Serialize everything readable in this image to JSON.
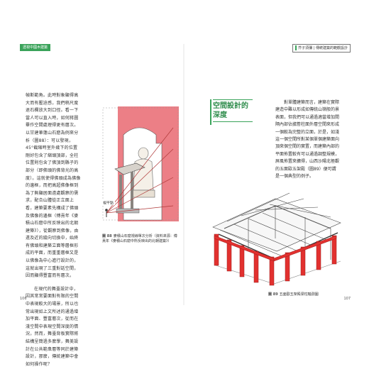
{
  "header": {
    "left_tag": "透視中國木建築",
    "right_tag_1": "芥子須彌",
    "right_tag_2": "傳統建築的範觀設計"
  },
  "left_page": {
    "paragraph_1": "幀斯範角。此時對象顯得高大而有壓迫感，我們稍尺度退石欄放大到口徑。看一下當人可以直入時，如何將圖畢作空間處理得更有層次。以甘建華蓮山石窟為例來分析（圖88）：可以發現，45°截縮時室外幾下的位置剛好包含了縮頭頂部，全柱位置則包含了佛頂到縣子的部分（即佛頭的佛背光的高度）。這就使得佛頭成為佛像的邊框，而把高超佛像框到為了無顯居面遠處觀察的需求，配合山體從正立面上看，建築要素先構成了佛頭及佛像的邊框（傅熹年《麥積山石窟中所反映出的北朝建築》），從觀察到佛像，由遠及近的縱向切換中，始終有佛頭和建築立面等層框形成的平面，而重重層框又是以佛像為中心進行設計的，這就出現了三重對話空間，因而顯得豐富而有層次。",
    "paragraph_2": "在現代的舞臺設計中，因其常常要面對有限的空間中表現較大的場景，所以也常出現如上文所述的通過增加平面、豐富層次，從而在淺空間中表現空間深度的情況，然而，舞臺背板實際將結構呈簡過多麼學，舞美設計在公共範衆層等同於建築設計，那麼，傳統建築中會如何操作呢？",
    "figure": {
      "number": "圖 88",
      "caption": "麥積山石窟視線單次分析（資料來源：傅熹年《麥積山石窟中所反映出的北朝建築》）",
      "sight_point_label": "視平點"
    },
    "page_number": "106"
  },
  "right_page": {
    "section_title_line1": "空間設計的",
    "section_title_line2": "深度",
    "paragraph": "對單體建築而言，建築在實際建造中難以形成如傳統山嶺般的景表面，但我們可以通過適當增加間隔內部佔據簷柱面外層空間來形成一個較為完整的立面，於是，如淺這一個空間所對某個單個建築面向頂來個空間的實置，而建築內部的平面佈置較有可以通過調整規模，屏風佈置來擴得，山西沙陽北極觀的五面歐五架殿（圖89）便可謂是一個典型的例子。",
    "figure": {
      "number": "圖 89",
      "caption": "五面歐五架殿梁柱軸測圖"
    },
    "page_number": "107"
  },
  "colors": {
    "accent_green": "#3aa35a",
    "pink_fill": "#ec7f86",
    "red_columns": "#e2312f"
  }
}
